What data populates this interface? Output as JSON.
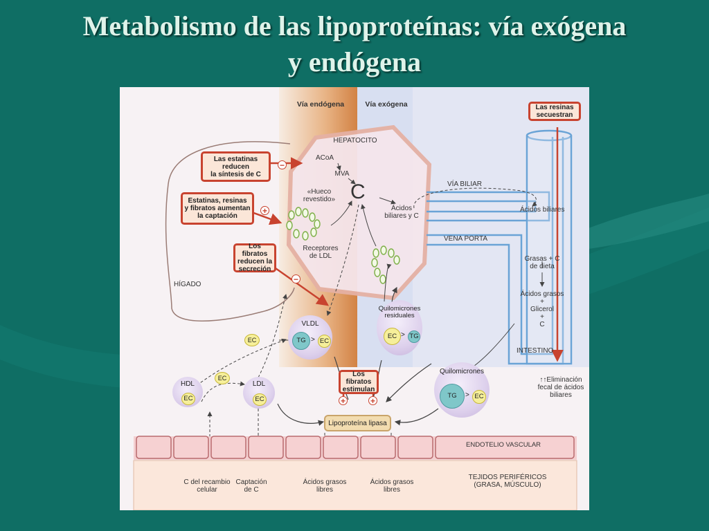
{
  "slide": {
    "title_line1": "Metabolismo de las lipoproteínas: vía exógena",
    "title_line2": "y endógena"
  },
  "colors": {
    "background": "#0f6e64",
    "title": "#dff3ea",
    "callout_border": "#c8432f",
    "arrow_red": "#c8432f",
    "intestine_blue": "#6aa3d6",
    "hepatocyte_fill": "#f3e3e9",
    "endogenous_band": "#d9924f",
    "exogenous_band": "#d5def0"
  },
  "diagram": {
    "via_endogena": "Vía endógena",
    "via_exogena": "Vía exógena",
    "hepatocito": "HEPATOCITO",
    "acoa": "ACoA",
    "mva": "MVA",
    "c_big": "C",
    "hueco": "«Hueco\nrevestido»",
    "receptores": "Receptores\nde LDL",
    "acidos_biliares_c": "Ácidos\nbiliares y C",
    "higado": "HÍGADO",
    "via_biliar": "VÍA BILIAR",
    "acidos_biliares": "Ácidos biliares",
    "vena_porta": "VENA PORTA",
    "grasas": "Grasas + C\nde dieta",
    "acidos_grasos": "Ácidos grasos\n+\nGlicerol\n+\nC",
    "intestino": "INTESTINO",
    "eliminacion": "↑↑Eliminación\nfecal de ácidos\nbiliares",
    "endotelio": "ENDOTELIO VASCULAR",
    "tejidos": "TEJIDOS PERIFÉRICOS\n(GRASA, MÚSCULO)",
    "c_recambio": "C del recambio\ncelular",
    "captacion": "Captación\nde C",
    "agl1": "Ácidos grasos\nlibres",
    "agl2": "Ácidos grasos\nlibres",
    "lipasa": "Lipoproteína lipasa"
  },
  "callouts": {
    "estatinas": "Las estatinas\nreducen\nla síntesis de C",
    "captacion": "Estatinas, resinas\ny fibratos aumentan\nla captación",
    "fibratos_sec": "Los fibratos\nreducen la\nsecreción",
    "fibratos_est": "Los fibratos\nestimulan",
    "resinas": "Las resinas\nsecuestran"
  },
  "symbols": {
    "minus": "−",
    "plus": "+"
  },
  "particles": {
    "vldl": {
      "name": "VLDL",
      "a": "TG",
      "b": "EC",
      "op": ">"
    },
    "residuales": {
      "name": "Quilomicrones\nresiduales",
      "a": "EC",
      "b": "TG",
      "op": ">"
    },
    "quilomicrones": {
      "name": "Quilomicrones",
      "a": "TG",
      "b": "EC",
      "op": ">"
    },
    "hdl": {
      "name": "HDL",
      "a": "EC"
    },
    "ldl": {
      "name": "LDL",
      "a": "EC"
    },
    "ec_free1": "EC",
    "ec_free2": "EC"
  }
}
